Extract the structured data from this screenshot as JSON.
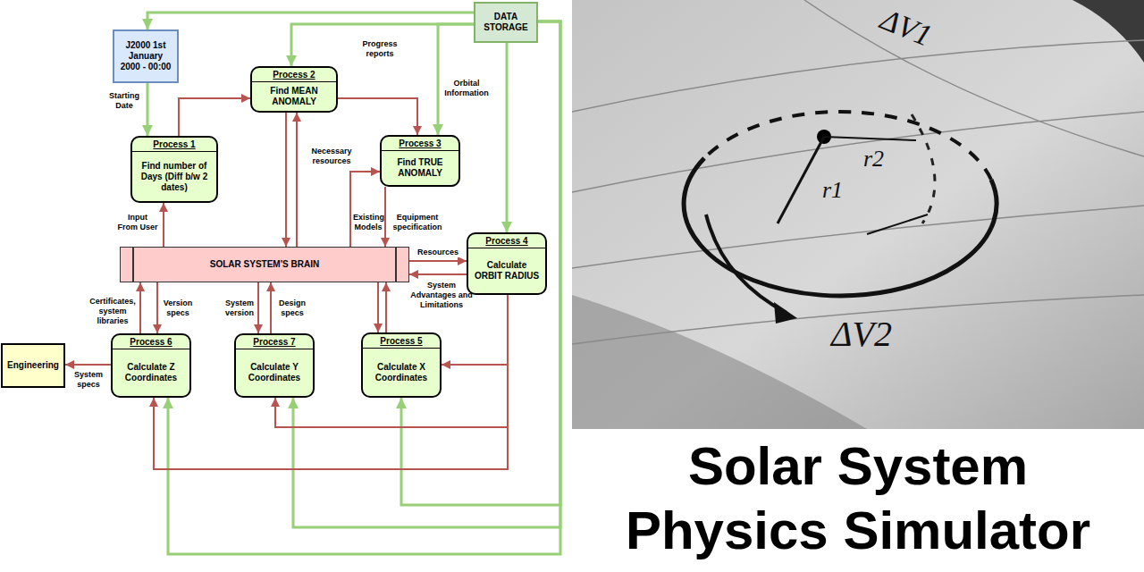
{
  "diagram": {
    "title": "Solar System Physics Simulator",
    "nodes": [
      {
        "text": [
          "J2000 1st January 2000 - 00:00"
        ]
      },
      {
        "text": [
          "DATA STORAGE"
        ]
      },
      {
        "text": [
          "Process 2",
          "Find MEAN ANOMALY"
        ]
      },
      {
        "text": [
          "Process 1",
          "Find number of Days (Diff b/w 2 dates)"
        ]
      },
      {
        "text": [
          "Process 3",
          "Find TRUE ANOMALY"
        ]
      },
      {
        "text": [
          "SOLAR SYSTEM'S BRAIN"
        ]
      },
      {
        "text": [
          "Process 4",
          "Calculate ORBIT RADIUS"
        ]
      },
      {
        "text": [
          "Engineering"
        ]
      },
      {
        "text": [
          "Process 6",
          "Calculate Z Coordinates"
        ]
      },
      {
        "text": [
          "Process 7",
          "Calculate Y Coordinates"
        ]
      },
      {
        "text": [
          "Process 5",
          "Calculate X Coordinates"
        ]
      }
    ],
    "edges": [
      {
        "from": 1,
        "to": 0,
        "arrow": "to"
      },
      {
        "from": 1,
        "to": 2,
        "label": "Progress reports",
        "arrow": "to"
      },
      {
        "from": 1,
        "to": 4,
        "label": "Orbital Information",
        "arrow": "to"
      },
      {
        "from": 1,
        "to": 6,
        "arrow": "to"
      },
      {
        "from": 1,
        "to": 10,
        "arrow": "to"
      },
      {
        "from": 1,
        "to": 9,
        "arrow": "to"
      },
      {
        "from": 1,
        "to": 8,
        "arrow": "to"
      },
      {
        "from": 0,
        "to": 3,
        "label": "Starting Date",
        "arrow": "to"
      },
      {
        "from": 3,
        "to": 2,
        "arrow": "to"
      },
      {
        "from": 2,
        "to": 4,
        "arrow": "to"
      },
      {
        "from": 5,
        "to": 3,
        "label": "Input From User",
        "arrow": "to"
      },
      {
        "from": 2,
        "to": 5,
        "arrow": "to"
      },
      {
        "from": 5,
        "to": 2,
        "label": "Necessary resources",
        "arrow": "to"
      },
      {
        "from": 5,
        "to": 4,
        "label": "Existing Models",
        "arrow": "to"
      },
      {
        "from": 4,
        "to": 5,
        "label": "Equipment specification",
        "arrow": "to"
      },
      {
        "from": 5,
        "to": 6,
        "label": "Resources",
        "arrow": "to"
      },
      {
        "from": 6,
        "to": 5,
        "label": "System Advantages and Limitations",
        "arrow": "to"
      },
      {
        "from": 6,
        "to": 10,
        "arrow": "to"
      },
      {
        "from": 6,
        "to": 9,
        "arrow": "to"
      },
      {
        "from": 6,
        "to": 8,
        "arrow": "to"
      },
      {
        "from": 8,
        "to": 5,
        "label": "Certificates, system libraries",
        "arrow": "to"
      },
      {
        "from": 5,
        "to": 8,
        "label": "Version specs",
        "arrow": "to"
      },
      {
        "from": 5,
        "to": 9,
        "label": "System version",
        "arrow": "to"
      },
      {
        "from": 9,
        "to": 5,
        "label": "Design specs",
        "arrow": "to"
      },
      {
        "from": 5,
        "to": 10,
        "arrow": "to"
      },
      {
        "from": 10,
        "to": 5,
        "arrow": "to"
      },
      {
        "from": 8,
        "to": 7,
        "label": "System specs",
        "arrow": "to"
      }
    ],
    "labels": [
      "ΔV1",
      "r1",
      "r2",
      "ΔV2"
    ]
  }
}
